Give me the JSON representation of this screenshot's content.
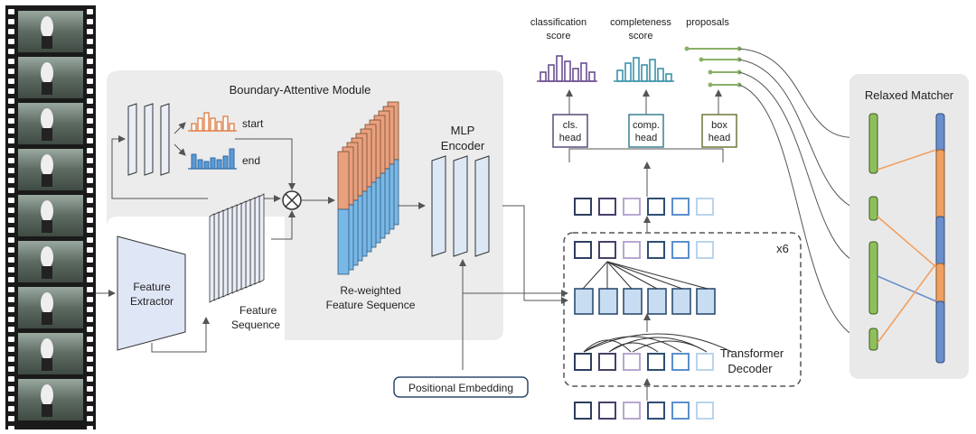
{
  "labels": {
    "boundary_module": "Boundary-Attentive Module",
    "start": "start",
    "end": "end",
    "feature_extractor_1": "Feature",
    "feature_extractor_2": "Extractor",
    "feature_sequence_1": "Feature",
    "feature_sequence_2": "Sequence",
    "reweighted_1": "Re-weighted",
    "reweighted_2": "Feature Sequence",
    "mlp_1": "MLP",
    "mlp_2": "Encoder",
    "positional_embedding": "Positional Embedding",
    "classification_1": "classification",
    "classification_2": "score",
    "completeness_1": "completeness",
    "completeness_2": "score",
    "proposals": "proposals",
    "cls_head_1": "cls.",
    "cls_head_2": "head",
    "comp_head_1": "comp.",
    "comp_head_2": "head",
    "box_head_1": "box",
    "box_head_2": "head",
    "repeat": "x6",
    "transformer_1": "Transformer",
    "transformer_2": "Decoder",
    "relaxed_matcher": "Relaxed Matcher"
  },
  "colors": {
    "module_bg": "#ececec",
    "start_orange": "#e89463",
    "end_blue": "#5b9bd5",
    "purple": "#7d63a0",
    "teal": "#4ca3b3",
    "olive": "#8ab06a",
    "green_seg": "#8fbf5a",
    "orange_seg": "#f0a060",
    "blue_seg": "#6a8fcc",
    "query_dark": "#2e3e5c",
    "query_light": "#b9d4ec"
  },
  "icons": [
    "film-strip-icon",
    "multiply-icon",
    "bar-chart-icon"
  ]
}
